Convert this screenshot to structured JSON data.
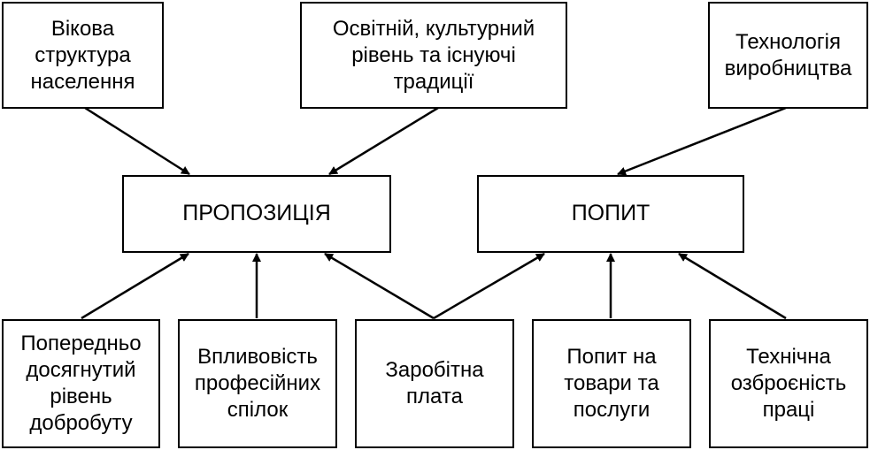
{
  "top_factors": [
    {
      "text": "Вікова\nструктура\nнаселення"
    },
    {
      "text": "Освітній, культурний\nрівень та існуючі\nтрадиції"
    },
    {
      "text": "Технологія\nвиробництва"
    }
  ],
  "supply": {
    "text": "ПРОПОЗИЦІЯ"
  },
  "demand": {
    "text": "ПОПИТ"
  },
  "bottom_factors": [
    {
      "text": "Попередньо\nдосягнутий\nрівень\nдобробуту"
    },
    {
      "text": "Впливовість\nпрофесійних\nспілок"
    },
    {
      "text": "Заробітна\nплата"
    },
    {
      "text": "Попит на\nтовари та\nпослуги"
    },
    {
      "text": "Технічна\nозброєність\nпраці"
    }
  ]
}
